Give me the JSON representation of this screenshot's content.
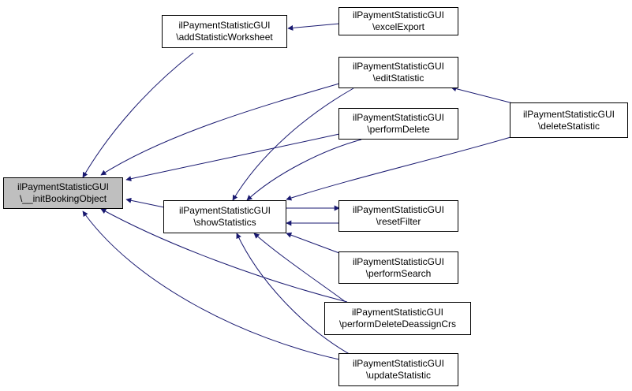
{
  "diagram": {
    "colors": {
      "edge": "#191970",
      "node_border": "#000000",
      "focus_fill": "#bfbfbf",
      "node_fill": "#ffffff"
    },
    "nodes": {
      "init": {
        "line1": "ilPaymentStatisticGUI",
        "line2": "\\__initBookingObject"
      },
      "add": {
        "line1": "ilPaymentStatisticGUI",
        "line2": "\\addStatisticWorksheet"
      },
      "excel": {
        "line1": "ilPaymentStatisticGUI",
        "line2": "\\excelExport"
      },
      "edit": {
        "line1": "ilPaymentStatisticGUI",
        "line2": "\\editStatistic"
      },
      "pdel": {
        "line1": "ilPaymentStatisticGUI",
        "line2": "\\performDelete"
      },
      "delstat": {
        "line1": "ilPaymentStatisticGUI",
        "line2": "\\deleteStatistic"
      },
      "show": {
        "line1": "ilPaymentStatisticGUI",
        "line2": "\\showStatistics"
      },
      "reset": {
        "line1": "ilPaymentStatisticGUI",
        "line2": "\\resetFilter"
      },
      "psearch": {
        "line1": "ilPaymentStatisticGUI",
        "line2": "\\performSearch"
      },
      "pdelcrs": {
        "line1": "ilPaymentStatisticGUI",
        "line2": "\\performDeleteDeassignCrs"
      },
      "upd": {
        "line1": "ilPaymentStatisticGUI",
        "line2": "\\updateStatistic"
      }
    }
  }
}
